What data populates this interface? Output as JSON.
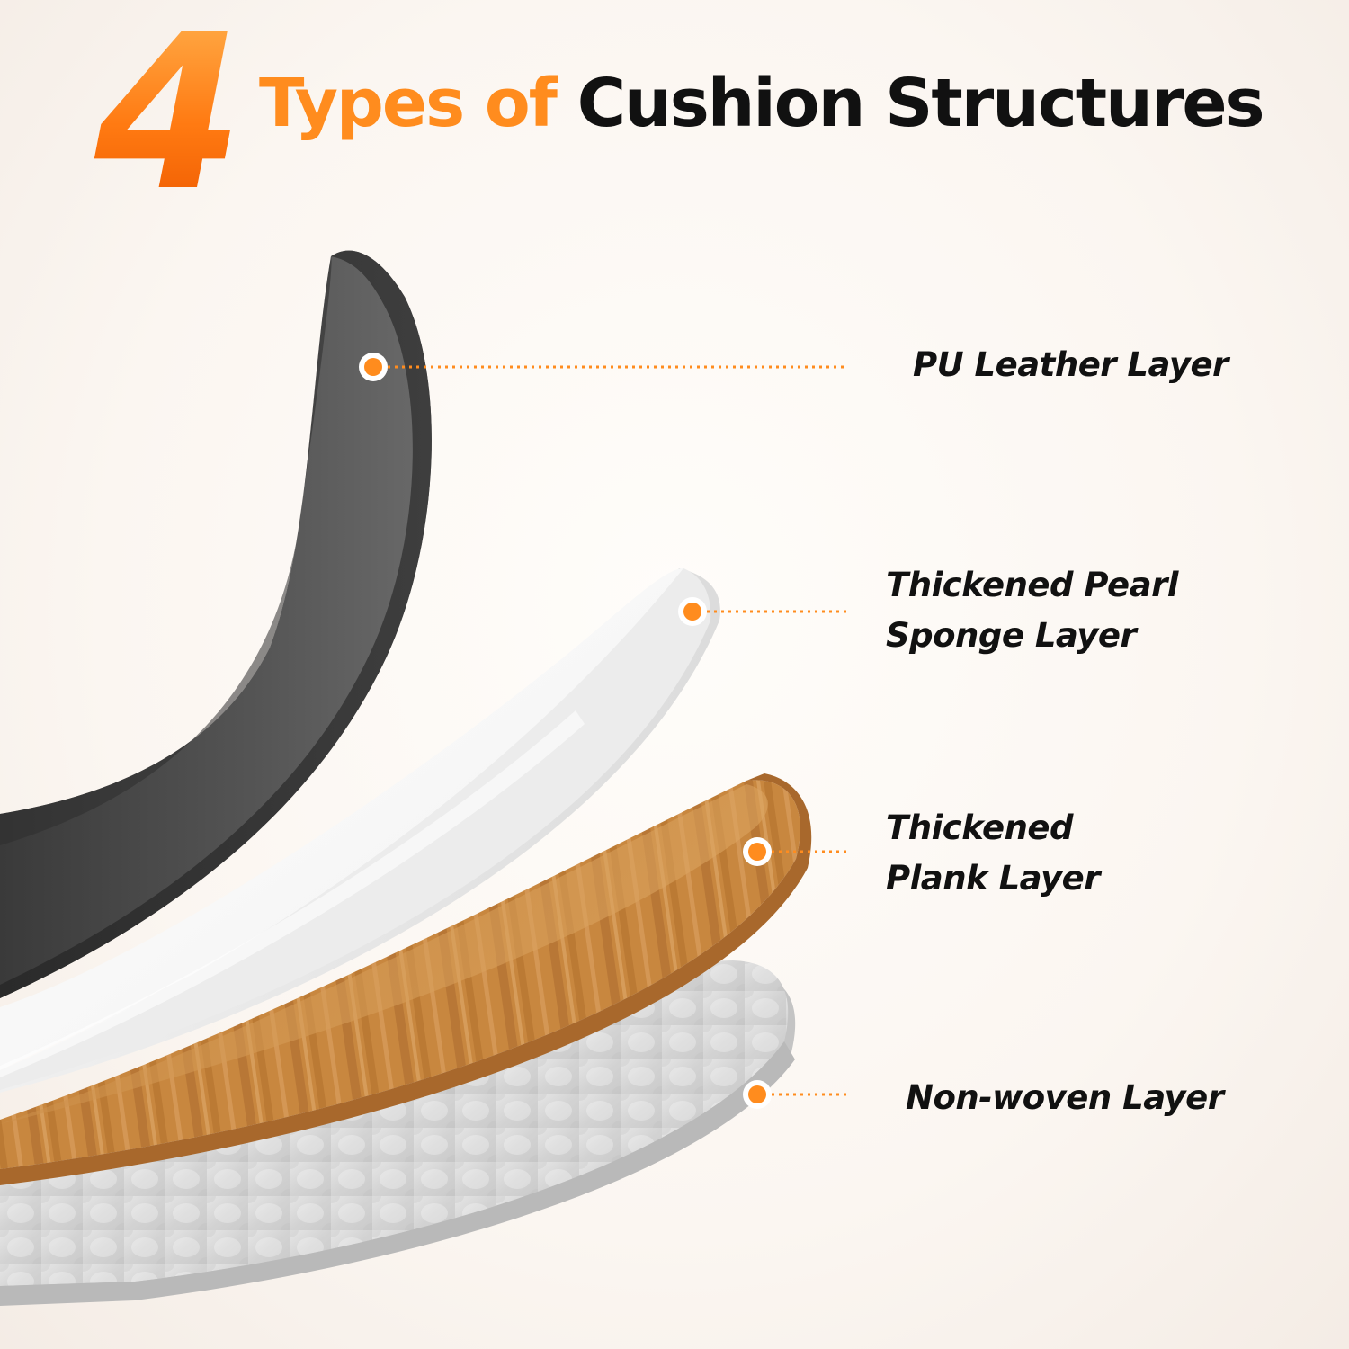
{
  "title": {
    "number": "4",
    "highlight": "Types of",
    "main": "Cushion Structures"
  },
  "colors": {
    "accent": "#ff8c1e",
    "text": "#111111",
    "leather": "#4a4a4a",
    "sponge": "#ffffff",
    "plank": "#c98a45",
    "nonwoven": "#d9d9d9"
  },
  "layers": [
    {
      "id": "pu-leather",
      "lines": [
        "PU Leather Layer"
      ]
    },
    {
      "id": "pearl-sponge",
      "lines": [
        "Thickened Pearl",
        "Sponge Layer"
      ]
    },
    {
      "id": "plank",
      "lines": [
        "Thickened",
        "Plank Layer"
      ]
    },
    {
      "id": "non-woven",
      "lines": [
        "Non-woven Layer"
      ]
    }
  ]
}
